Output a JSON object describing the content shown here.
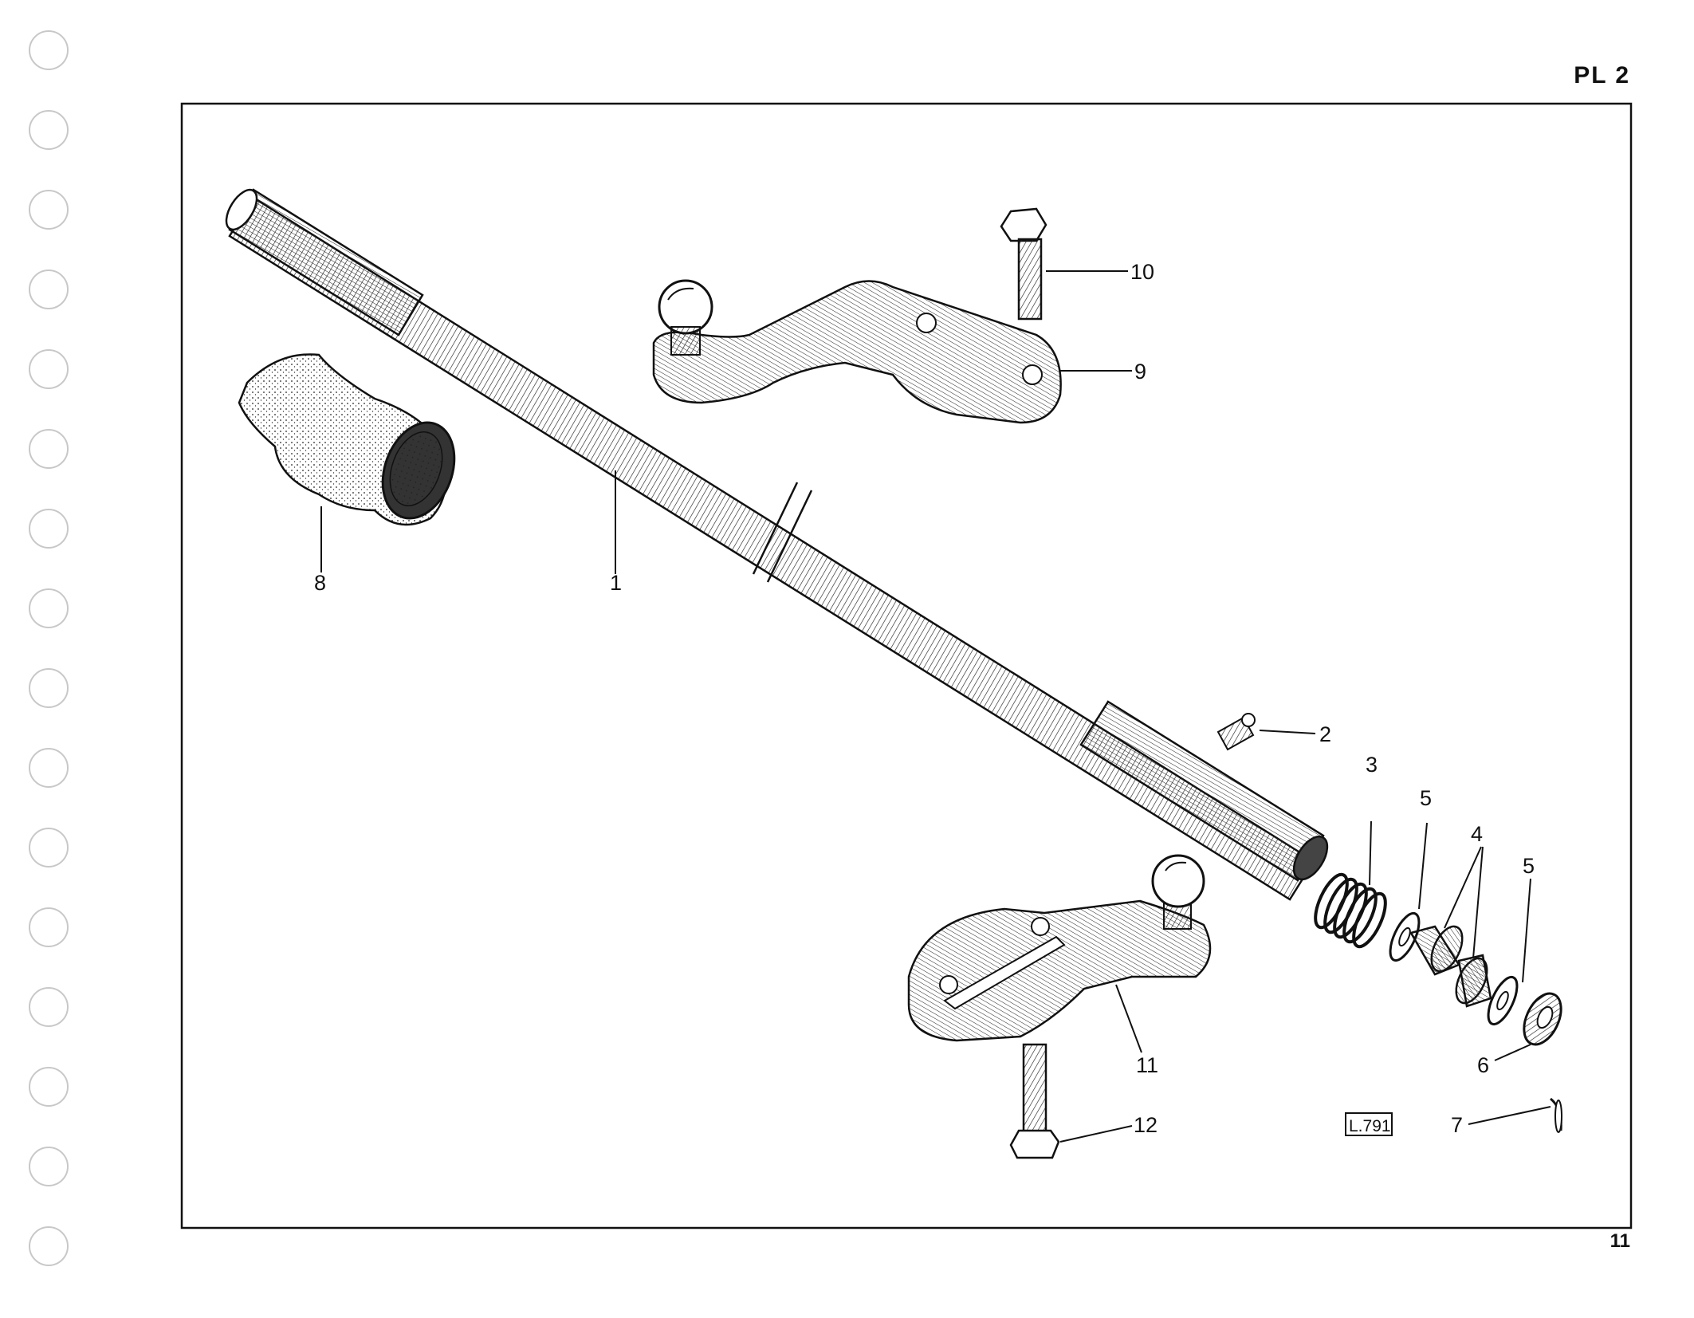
{
  "header": {
    "plate": "PL 2"
  },
  "footer": {
    "page_number": "11"
  },
  "drawing": {
    "reference": "L.791"
  },
  "callouts": [
    {
      "label": "1",
      "part": "track-rod-tube"
    },
    {
      "label": "2",
      "part": "grease-nipple"
    },
    {
      "label": "3",
      "part": "spring"
    },
    {
      "label": "4",
      "part": "ball-cups"
    },
    {
      "label": "5",
      "part": "washer"
    },
    {
      "label": "5",
      "part": "washer"
    },
    {
      "label": "6",
      "part": "castellated-nut"
    },
    {
      "label": "7",
      "part": "split-pin"
    },
    {
      "label": "8",
      "part": "rubber-boot"
    },
    {
      "label": "9",
      "part": "upper-steering-arm"
    },
    {
      "label": "10",
      "part": "upper-bolt"
    },
    {
      "label": "11",
      "part": "lower-steering-arm"
    },
    {
      "label": "12",
      "part": "lower-bolt"
    }
  ]
}
